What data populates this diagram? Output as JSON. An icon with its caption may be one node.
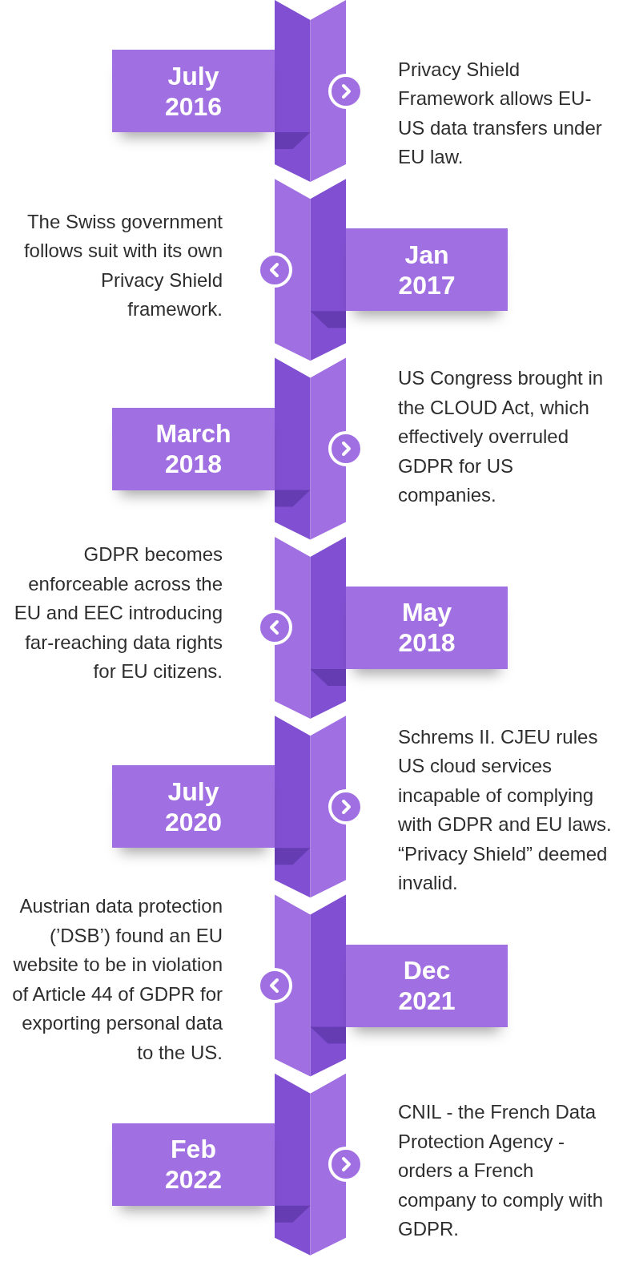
{
  "diagram": {
    "nodes": [
      {
        "text": [
          "July 2016"
        ]
      },
      {
        "text": [
          "Jan 2017"
        ]
      },
      {
        "text": [
          "March 2018"
        ]
      },
      {
        "text": [
          "May 2018"
        ]
      },
      {
        "text": [
          "July 2020"
        ]
      },
      {
        "text": [
          "Dec 2021"
        ]
      },
      {
        "text": [
          "Feb 2022"
        ]
      }
    ],
    "labels": [
      "Privacy Shield Framework allows EU-US data transfers under EU law.",
      "The Swiss government follows suit with its own Privacy Shield framework.",
      "US Congress brought in the CLOUD Act, which effectively overruled GDPR for US companies.",
      "GDPR becomes enforceable across the EU and EEC introducing far-reaching data rights for EU citizens.",
      "Schrems II. CJEU rules US cloud services incapable of complying with GDPR and EU laws. “Privacy Shield” deemed invalid.",
      "Austrian data protection (’DSB’) found an EU website to be in violation of Article 44 of GDPR for exporting personal data to the US.",
      "CNIL - the French Data Protection Agency - orders a French company to comply with GDPR."
    ]
  }
}
